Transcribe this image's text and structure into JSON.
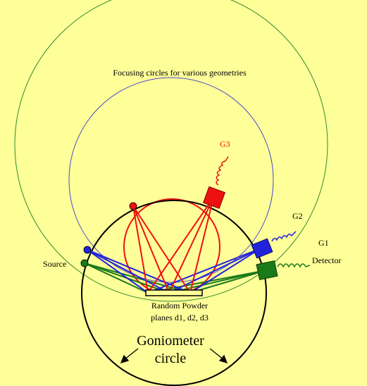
{
  "labels": {
    "focusing_title": "Focusing circles for various geometries",
    "g3": "G3",
    "g2": "G2",
    "g1": "G1",
    "detector": "Detector",
    "source": "Source",
    "sample_line1": "Random Powder",
    "sample_line2": "planes d1, d2, d3",
    "gonio_line1": "Goniometer",
    "gonio_line2": "circle"
  },
  "colors": {
    "background": "#ffff99",
    "goniometer": "#000000",
    "g1": "#1a7a1a",
    "g2": "#2222dd",
    "g3": "#ee1111",
    "g1_outer_circle": "#2e8b2e",
    "g2_outer_circle": "#4a4acc"
  }
}
